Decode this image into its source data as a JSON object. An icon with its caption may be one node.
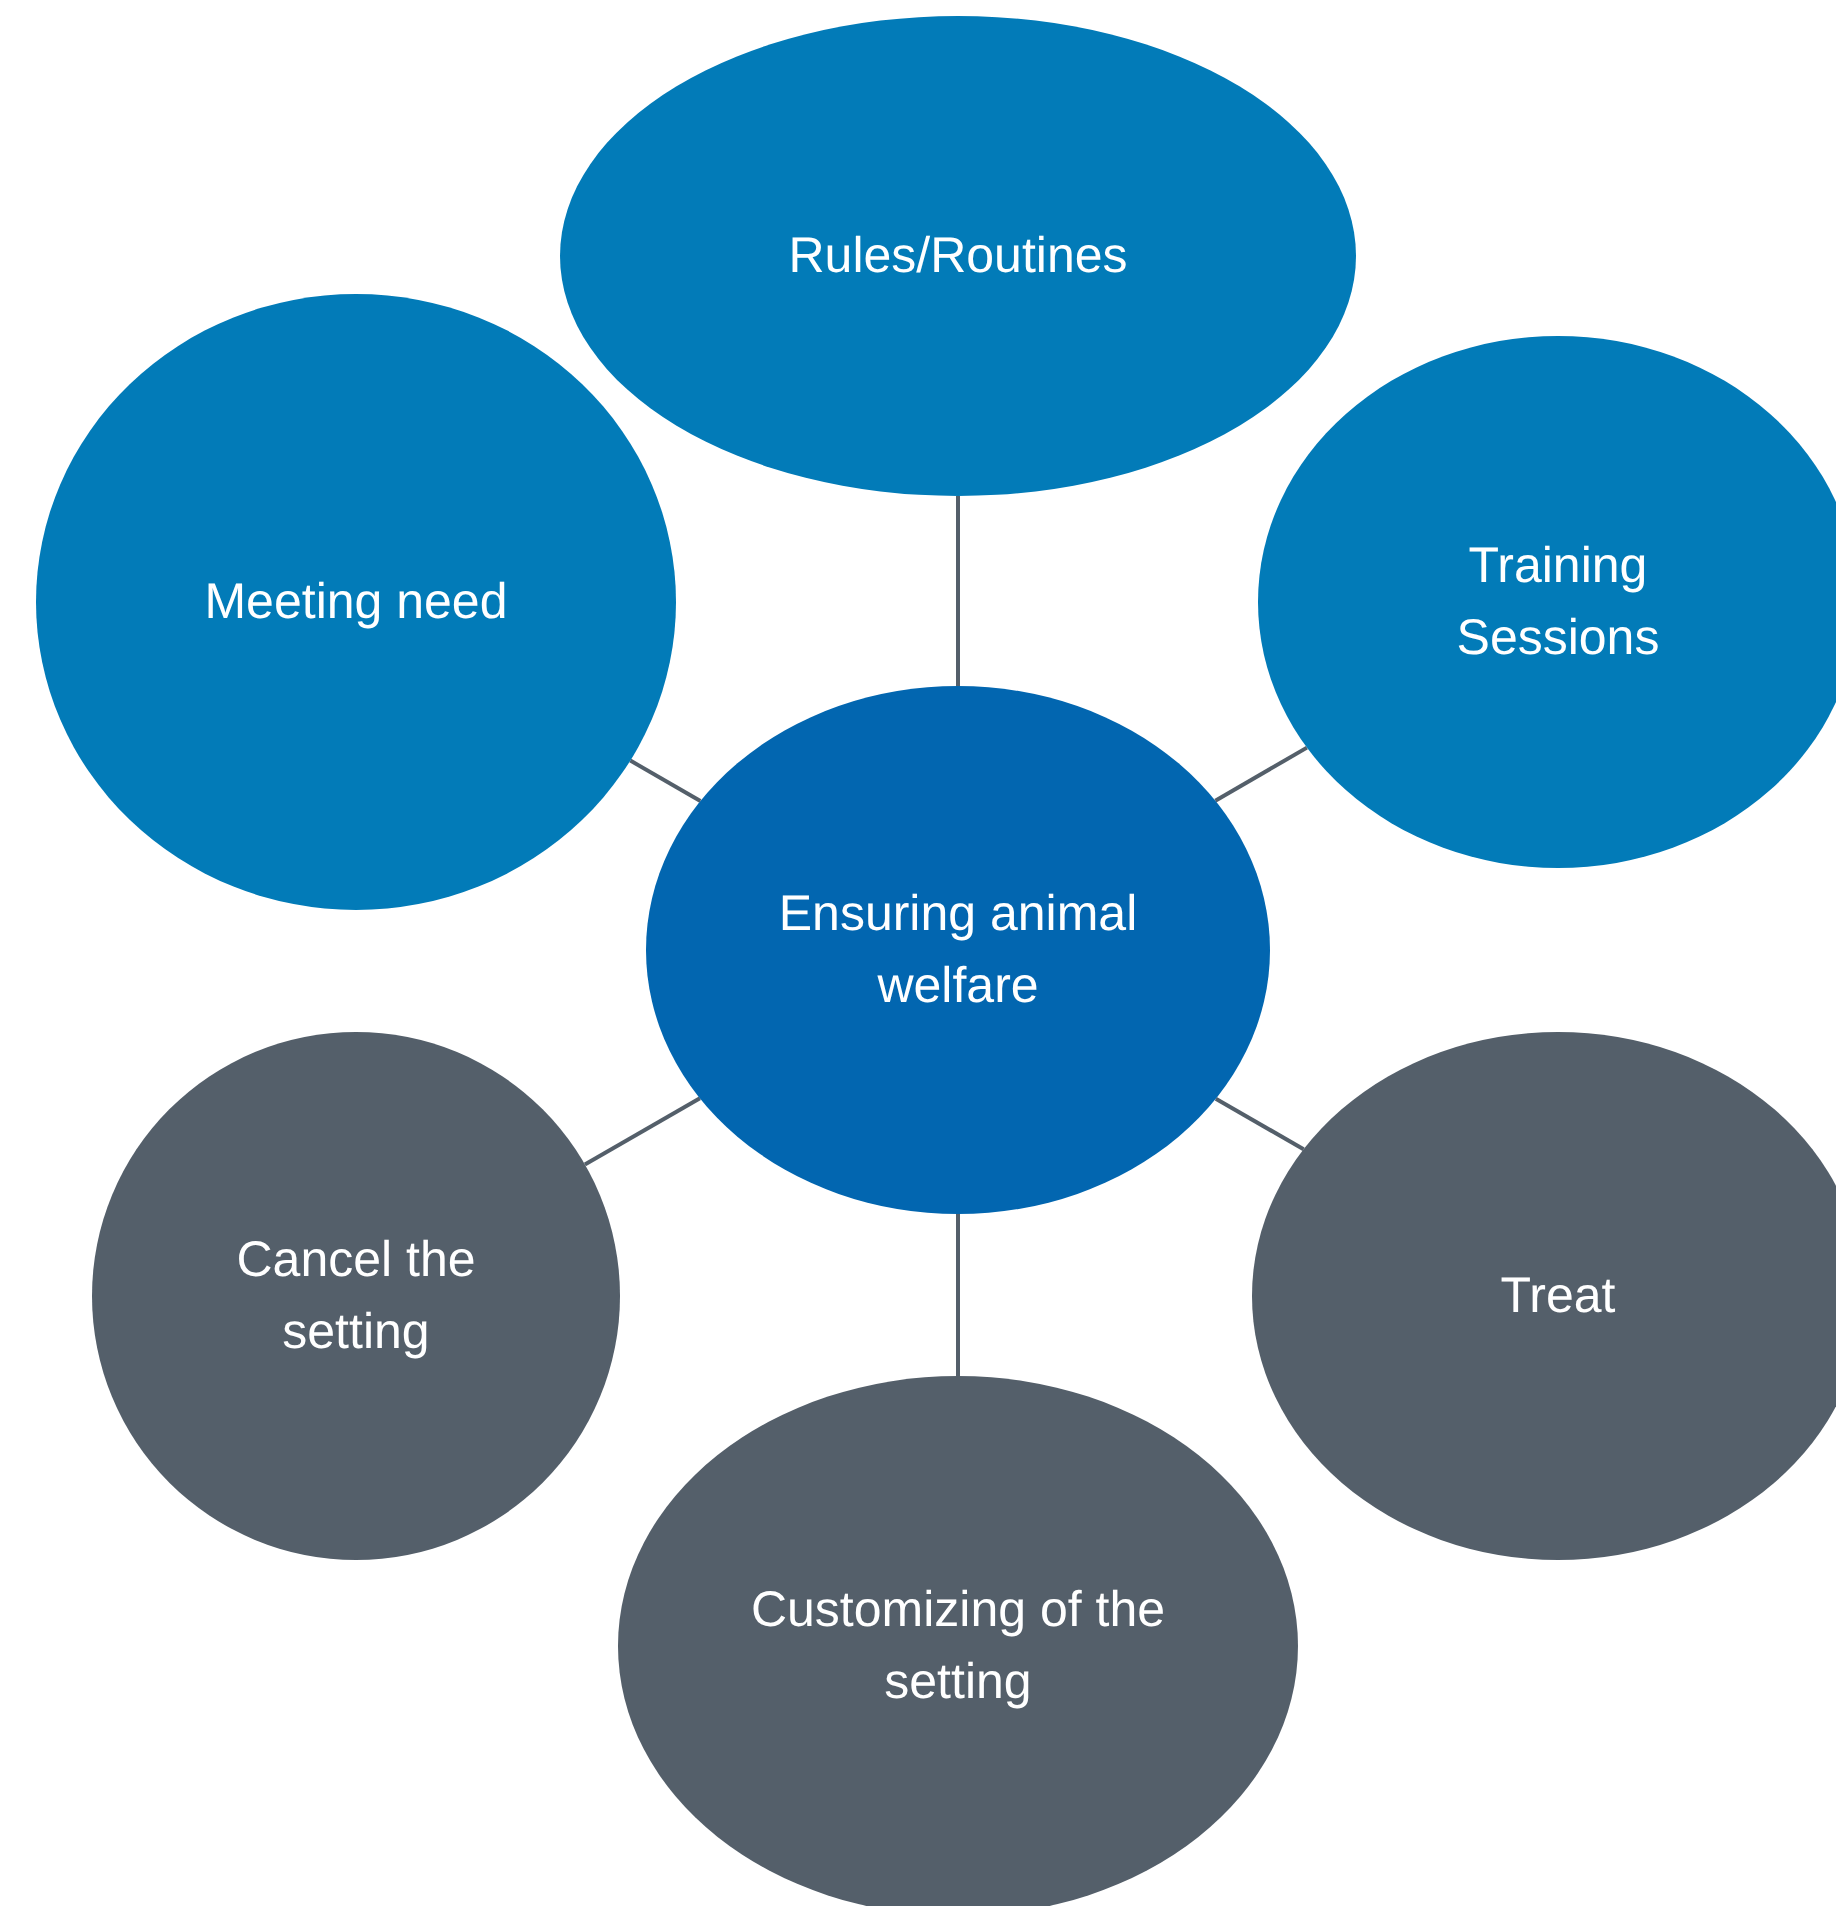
{
  "diagram": {
    "nodes": [
      {
        "text": [
          "Rules/Routines"
        ]
      },
      {
        "text": [
          "Meeting need"
        ]
      },
      {
        "text": [
          "Training Sessions"
        ]
      },
      {
        "text": [
          "Ensuring animal welfare"
        ]
      },
      {
        "text": [
          "Cancel the setting"
        ]
      },
      {
        "text": [
          "Treat"
        ]
      },
      {
        "text": [
          "Customizing of the setting"
        ]
      }
    ],
    "edges": [
      {
        "from": 3,
        "to": 0,
        "arrow": "none"
      },
      {
        "from": 3,
        "to": 1,
        "arrow": "none"
      },
      {
        "from": 3,
        "to": 2,
        "arrow": "none"
      },
      {
        "from": 3,
        "to": 4,
        "arrow": "none"
      },
      {
        "from": 3,
        "to": 5,
        "arrow": "none"
      },
      {
        "from": 3,
        "to": 6,
        "arrow": "none"
      }
    ]
  }
}
